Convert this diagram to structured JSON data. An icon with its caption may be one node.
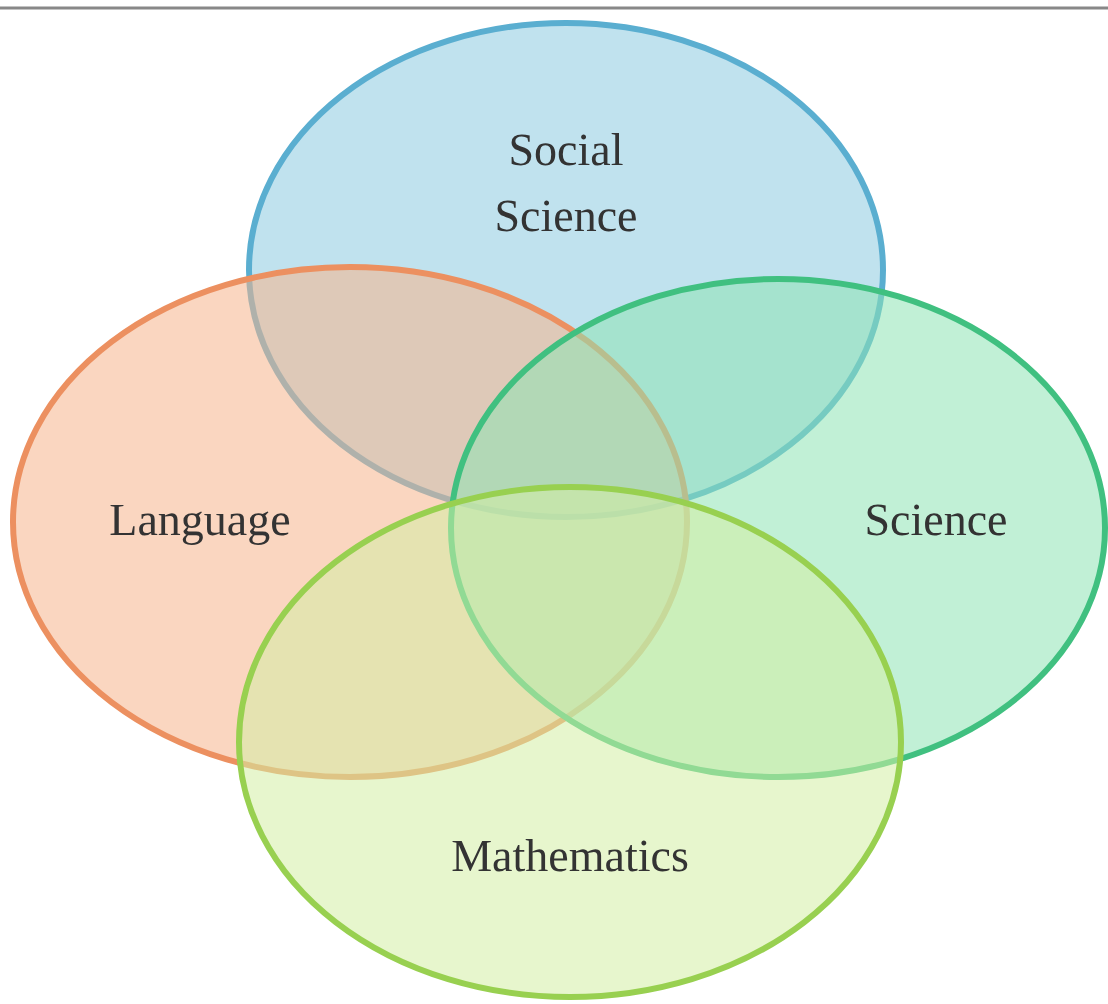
{
  "diagram": {
    "nodes": [
      {
        "text": [
          "Social Science"
        ]
      },
      {
        "text": [
          "Language"
        ]
      },
      {
        "text": [
          "Science"
        ]
      },
      {
        "text": [
          "Mathematics"
        ]
      }
    ]
  }
}
